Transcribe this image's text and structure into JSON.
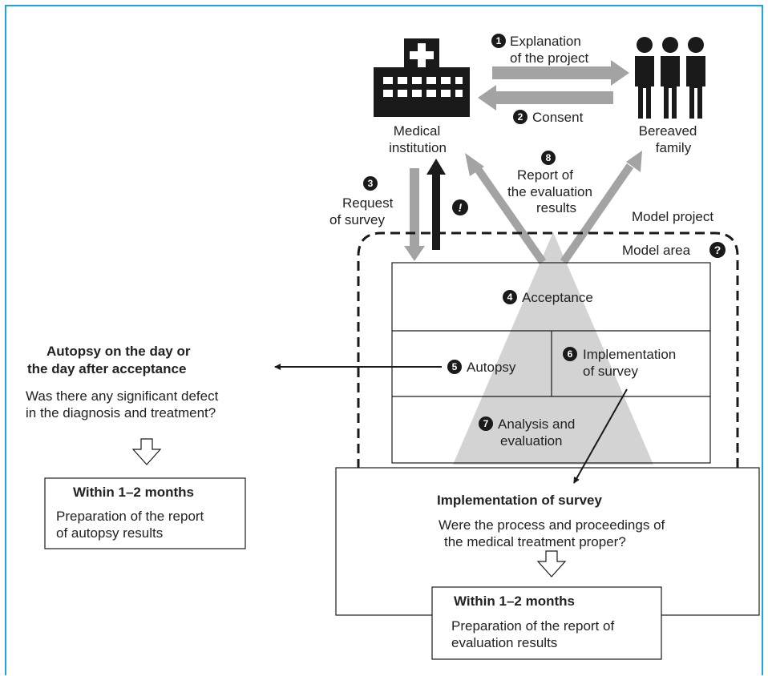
{
  "colors": {
    "frame": "#1ba7d9",
    "gray_arrow": "#a3a3a3",
    "triangle": "#d3d3d3",
    "dark": "#1a1a1a"
  },
  "icons": [
    "hospital-icon",
    "people-icon",
    "hollow-down-arrow-icon"
  ],
  "step1": {
    "num": "1",
    "line1": "Explanation",
    "line2": "of the project"
  },
  "step2": {
    "num": "2",
    "text": "Consent"
  },
  "step3": {
    "num": "3",
    "line1": "Request",
    "line2": "of survey"
  },
  "step4": {
    "num": "4",
    "text": "Acceptance"
  },
  "step5": {
    "num": "5",
    "text": "Autopsy"
  },
  "step6": {
    "num": "6",
    "line1": "Implementation",
    "line2": "of survey"
  },
  "step7": {
    "num": "7",
    "line1": "Analysis and",
    "line2": "evaluation"
  },
  "step8": {
    "num": "8",
    "line1": "Report of",
    "line2": "the evaluation",
    "line3": "results"
  },
  "exclaim": "!",
  "question": "?",
  "medical": {
    "line1": "Medical",
    "line2": "institution"
  },
  "bereaved": {
    "line1": "Bereaved",
    "line2": "family"
  },
  "model_project": "Model project",
  "model_area": "Model area",
  "autopsy_side": {
    "title1": "Autopsy on the day or",
    "title2": "the day after acceptance",
    "q1": "Was there any significant defect",
    "q2": "in the diagnosis and treatment?"
  },
  "left_box": {
    "title": "Within 1–2 months",
    "line1": "Preparation of the report",
    "line2": "of autopsy results"
  },
  "survey_box": {
    "title": "Implementation of survey",
    "q1": "Were the process and proceedings of",
    "q2": "the medical treatment proper?"
  },
  "eval_box": {
    "title": "Within 1–2 months",
    "line1": "Preparation of the report of",
    "line2": "evaluation results"
  }
}
